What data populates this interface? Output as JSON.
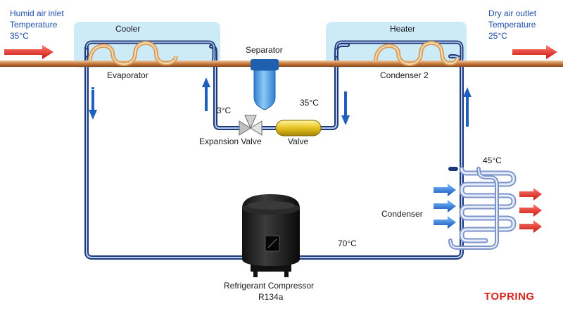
{
  "inlet": {
    "line1": "Humid air inlet",
    "line2": "Temperature",
    "line3": "35°C"
  },
  "outlet": {
    "line1": "Dry air outlet",
    "line2": "Temperature",
    "line3": "25°C"
  },
  "cooler": {
    "title": "Cooler",
    "label": "Evaporator"
  },
  "heater": {
    "title": "Heater",
    "label": "Condenser 2"
  },
  "separator": {
    "label": "Separator"
  },
  "expansion_valve": {
    "label": "Expansion Valve",
    "temp": "3°C"
  },
  "valve": {
    "label": "Valve",
    "temp": "35°C"
  },
  "condenser": {
    "label": "Condenser",
    "temp": "45°C"
  },
  "compressor": {
    "label1": "Refrigerant Compressor",
    "label2": "R134a",
    "temp": "70°C"
  },
  "brand": {
    "name": "TOPRING"
  },
  "colors": {
    "pipe": "#1e3a7a",
    "air_duct": "#c8783a",
    "coil": "#d8a060",
    "box_fill": "#cdeaf7",
    "arrow_in": "#d8241e",
    "arrow_cool": "#1e5fc0",
    "brand": "#d8241e"
  }
}
